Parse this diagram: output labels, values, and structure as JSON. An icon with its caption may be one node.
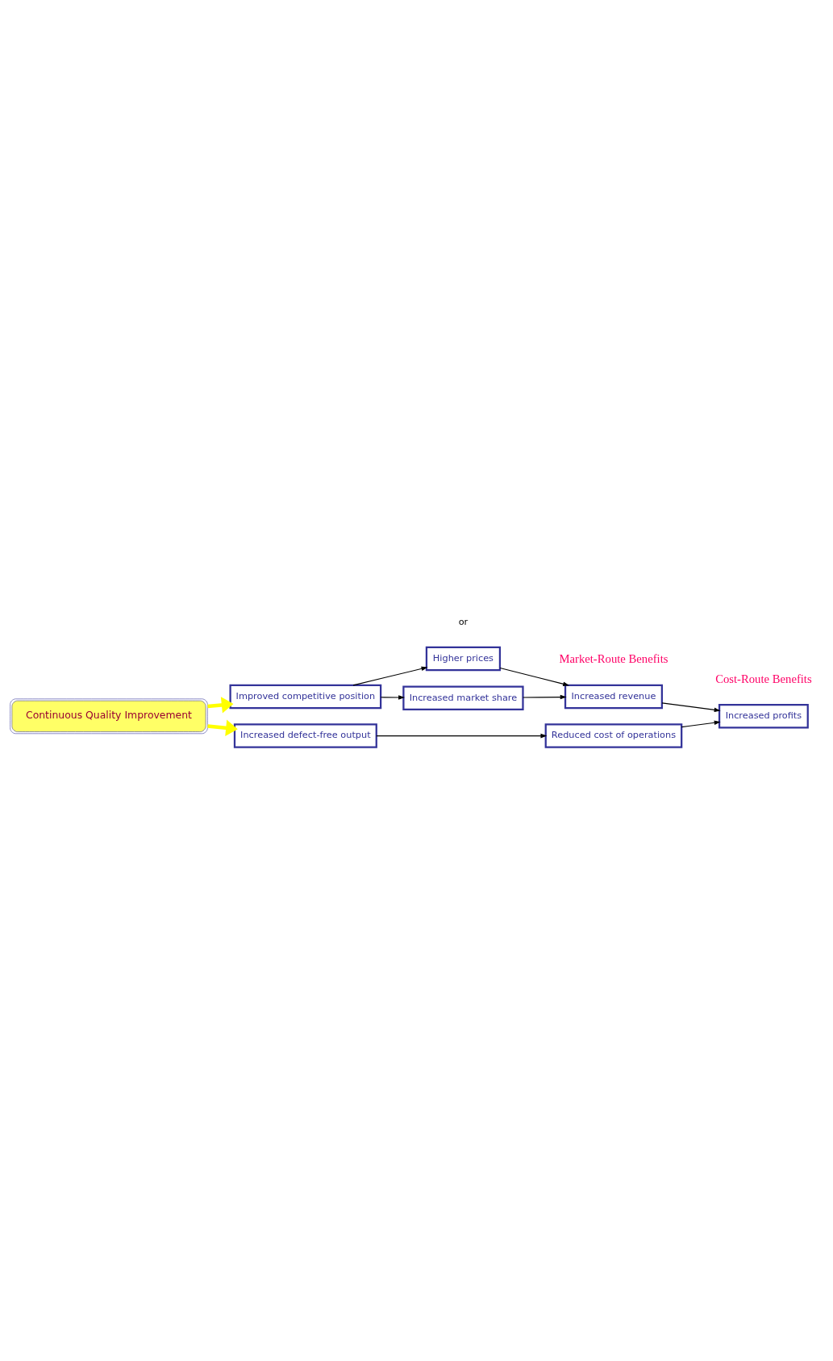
{
  "diagram": {
    "nodes": [
      {
        "text": [
          "Continuous Quality Improvement"
        ]
      },
      {
        "text": [
          "Improved competitive position"
        ]
      },
      {
        "text": [
          "Increased defect-free output"
        ]
      },
      {
        "text": [
          "Higher prices"
        ]
      },
      {
        "text": [
          "Increased market share"
        ]
      },
      {
        "text": [
          "Reduced cost of operations"
        ]
      },
      {
        "text": [
          "Increased revenue"
        ]
      },
      {
        "text": [
          "Increased profits"
        ]
      }
    ],
    "edges": [
      {
        "from": 0,
        "to": 1,
        "arrow": "to",
        "style": "thick",
        "color": "#ffff00"
      },
      {
        "from": 0,
        "to": 2,
        "arrow": "to",
        "style": "thick",
        "color": "#ffff00"
      },
      {
        "from": 1,
        "to": 3,
        "arrow": "to"
      },
      {
        "from": 1,
        "to": 4,
        "arrow": "to"
      },
      {
        "from": 3,
        "to": 6,
        "arrow": "to"
      },
      {
        "from": 4,
        "to": 6,
        "arrow": "to"
      },
      {
        "from": 2,
        "to": 5,
        "arrow": "to"
      },
      {
        "from": 6,
        "to": 7,
        "arrow": "to"
      },
      {
        "from": 5,
        "to": 7,
        "arrow": "to"
      }
    ],
    "labels": [
      "Market-Route Benefits",
      "or",
      "Cost-Route Benefits"
    ]
  }
}
